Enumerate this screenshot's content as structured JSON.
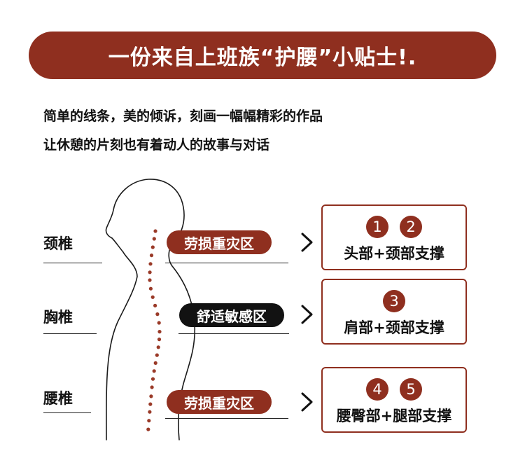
{
  "banner": {
    "title": "一份来自上班族“护腰”小贴士!."
  },
  "intro": {
    "line1": "简单的线条，美的倾诉，刻画一幅幅精彩的作品",
    "line2": "让休憩的片刻也有着动人的故事与对话"
  },
  "spine": {
    "labels": [
      "颈椎",
      "胸椎",
      "腰椎"
    ],
    "tags": [
      "劳损重灾区",
      "舒适敏感区",
      "劳损重灾区"
    ]
  },
  "boxes": [
    {
      "numbers": [
        "1",
        "2"
      ],
      "text": "头部+颈部支撑"
    },
    {
      "numbers": [
        "3"
      ],
      "text": "肩部+颈部支撑"
    },
    {
      "numbers": [
        "4",
        "5"
      ],
      "text": "腰臀部+腿部支撑"
    }
  ],
  "colors": {
    "accent": "#8f2f1f",
    "dark": "#121212",
    "dot": "#9a3a28"
  },
  "icons": {
    "arrow": "chevron-right-icon"
  }
}
